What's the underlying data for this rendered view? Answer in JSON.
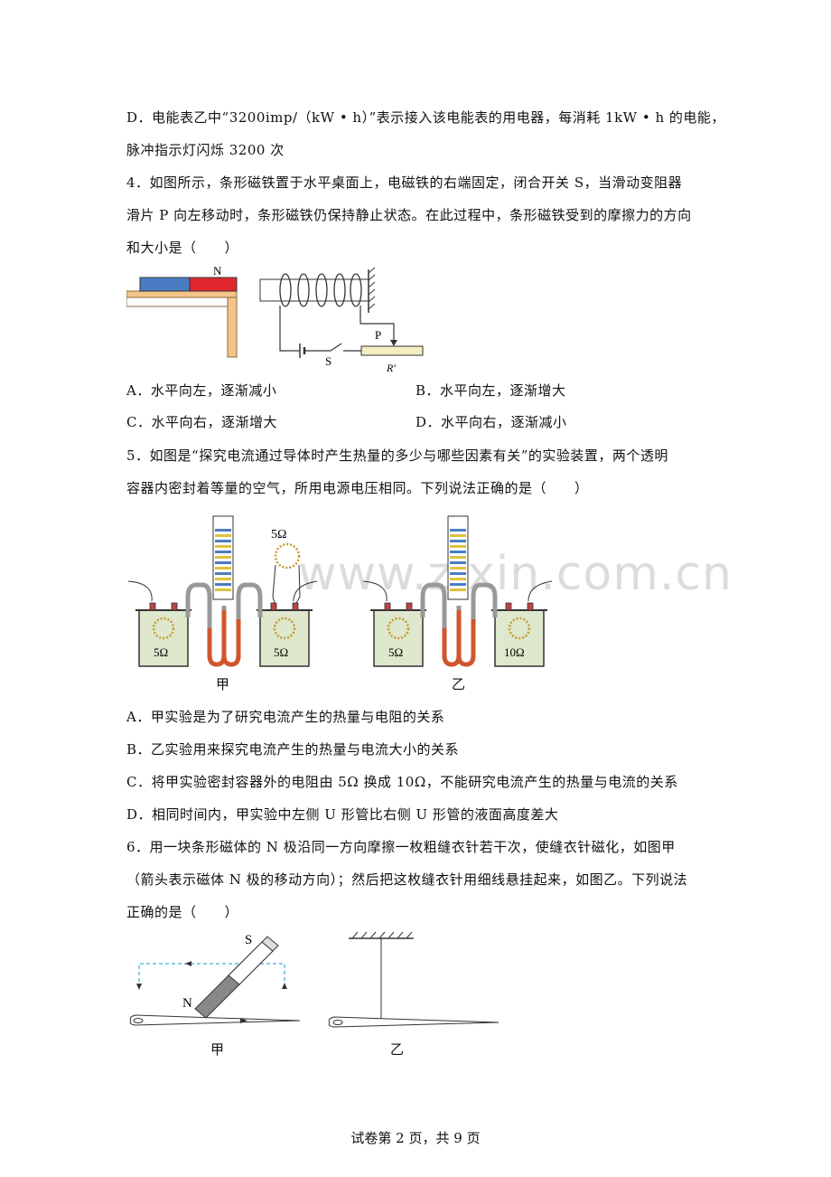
{
  "q3": {
    "optD_line1": "D．电能表乙中“3200imp/（kW • h）”表示接入该电能表的用电器，每消耗 1kW • h 的电能，",
    "optD_line2": "脉冲指示灯闪烁 3200 次"
  },
  "q4": {
    "stem_line1": "4．如图所示，条形磁铁置于水平桌面上，电磁铁的右端固定，闭合开关 S，当滑动变阻器",
    "stem_line2": "滑片 P 向左移动时，条形磁铁仍保持静止状态。在此过程中，条形磁铁受到的摩擦力的方向",
    "stem_line3": "和大小是（　　）",
    "fig_labels": {
      "n": "N",
      "p": "P",
      "s": "S",
      "r": "R′"
    },
    "options": {
      "A": "A．水平向左，逐渐减小",
      "B": "B．水平向左，逐渐增大",
      "C": "C．水平向右，逐渐增大",
      "D": "D．水平向右，逐渐减小"
    }
  },
  "q5": {
    "stem_line1": "5．如图是“探究电流通过导体时产生热量的多少与哪些因素有关”的实验装置，两个透明",
    "stem_line2": "容器内密封着等量的空气，所用电源电压相同。下列说法正确的是（　　）",
    "fig_labels": {
      "r_top": "5Ω",
      "r_left_jia": "5Ω",
      "r_right_jia": "5Ω",
      "r_left_yi": "5Ω",
      "r_right_yi": "10Ω",
      "caption_jia": "甲",
      "caption_yi": "乙"
    },
    "options": {
      "A": "A．甲实验是为了研究电流产生的热量与电阻的关系",
      "B": "B．乙实验用来探究电流产生的热量与电流大小的关系",
      "C": "C．将甲实验密封容器外的电阻由 5Ω 换成 10Ω，不能研究电流产生的热量与电流的关系",
      "D": "D．相同时间内，甲实验中左侧 U 形管比右侧 U 形管的液面高度差大"
    }
  },
  "q6": {
    "stem_line1": "6．用一块条形磁体的 N 极沿同一方向摩擦一枚粗缝衣针若干次，使缝衣针磁化，如图甲",
    "stem_line2": "（箭头表示磁体 N 极的移动方向）；然后把这枚缝衣针用细线悬挂起来，如图乙。下列说法",
    "stem_line3": "正确的是（　　）",
    "fig_labels": {
      "s": "S",
      "n": "N",
      "caption_jia": "甲",
      "caption_yi": "乙"
    }
  },
  "watermark": "www.zixin.com.cn",
  "footer": "试卷第 2 页，共 9 页",
  "colors": {
    "magnet_blue": "#4a7cc4",
    "magnet_red": "#e0262e",
    "table_orange": "#f5c48a",
    "liquid": "#d2552c",
    "container": "#dde8cc",
    "dashed": "#3ab0d8"
  }
}
